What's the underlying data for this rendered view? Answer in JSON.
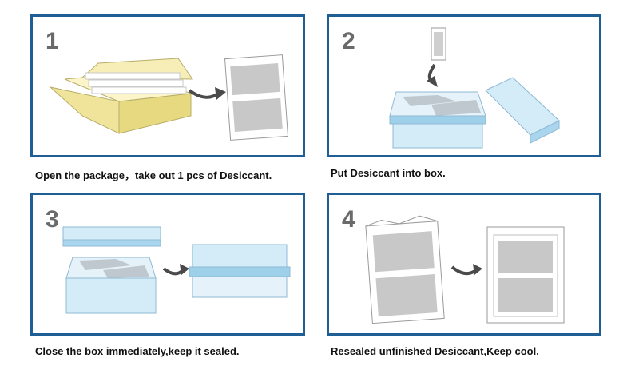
{
  "steps": [
    {
      "number": "1",
      "caption": "Open the package，take out 1 pcs of Desiccant."
    },
    {
      "number": "2",
      "caption": "Put Desiccant into box."
    },
    {
      "number": "3",
      "caption": "Close the box immediately,keep it sealed."
    },
    {
      "number": "4",
      "caption": "Resealed unfinished Desiccant,Keep cool."
    }
  ],
  "colors": {
    "panel_border": "#1f5f96",
    "cardboard": "#f3e9a8",
    "box_blue": "#cfe8f6",
    "arrow": "#4a4a4a"
  }
}
